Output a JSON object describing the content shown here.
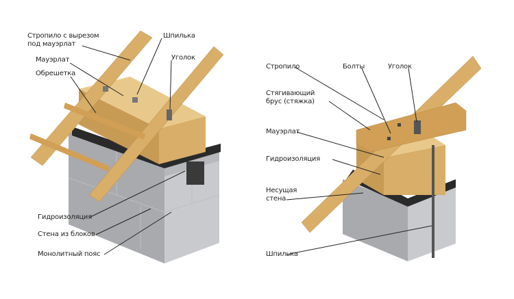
{
  "left_diagram": {
    "labels": {
      "rafter_cut_1": "Стропило с вырезом",
      "rafter_cut_2": "под мауэрлат",
      "stud": "Шпилька",
      "mauerlat": "Мауэрлат",
      "lathing": "Обрешетка",
      "angle": "Уголок",
      "waterproofing": "Гидроизоляция",
      "block_wall": "Стена из блоков",
      "monolithic_belt": "Монолитный пояс"
    }
  },
  "right_diagram": {
    "labels": {
      "rafter": "Стропило",
      "bolts": "Болты",
      "angle": "Уголок",
      "tie_1": "Стягивающий",
      "tie_2": "брус (стяжка)",
      "mauerlat": "Мауэрлат",
      "waterproofing": "Гидроизоляция",
      "wall_1": "Несущая",
      "wall_2": "стена",
      "stud": "Шпилька"
    }
  },
  "colors": {
    "wood": "#d8ae68",
    "wood_dark": "#b98a45",
    "wood_light": "#e9c98b",
    "block": "#a9aaae",
    "block_light": "#c9cacd",
    "membrane": "#2a2a2a"
  }
}
